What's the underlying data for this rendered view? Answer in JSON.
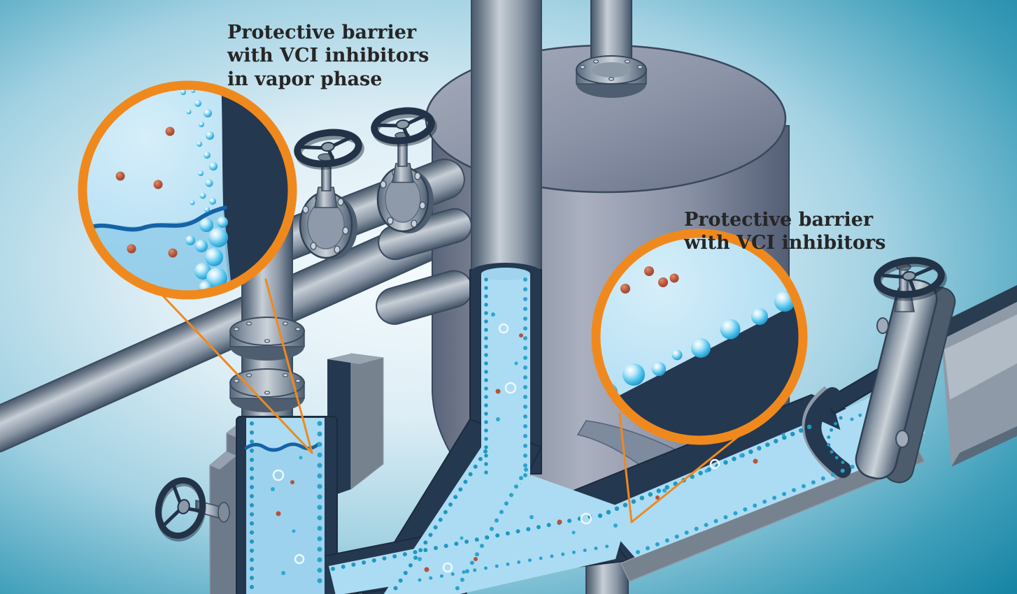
{
  "labels": {
    "vapor_phase_callout": {
      "line1": "Protective barrier",
      "line2": "with VCI inhibitors",
      "line3": "in vapor phase"
    },
    "liquid_callout": {
      "line1": "Protective barrier",
      "line2": "with VCI inhibitors"
    }
  },
  "colors": {
    "accent_orange": "#F0891D",
    "cut_wall_navy": "#243850",
    "liquid_blue": "#ABDCF3",
    "bubble_teal": "#1F98C0",
    "inhibitor_red": "#B5533C",
    "pipe_gray": "#8E9AA8",
    "wave_blue": "#1562A8",
    "background_teal": "#0A7C9E"
  }
}
